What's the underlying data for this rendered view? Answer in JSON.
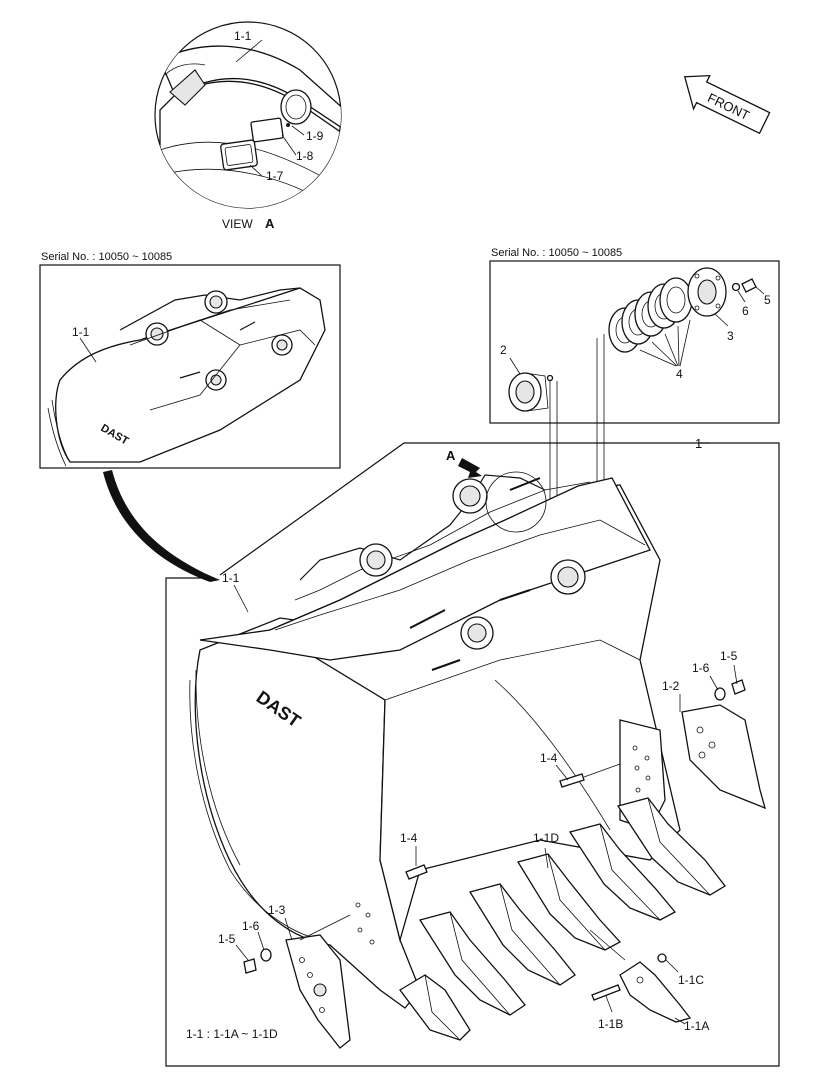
{
  "view_detail": {
    "caption_prefix": "VIEW",
    "caption_letter": "A",
    "labels": [
      "1-1",
      "1-9",
      "1-8",
      "1-7"
    ]
  },
  "front_arrow": {
    "label": "FRONT"
  },
  "left_inset": {
    "serial": "Serial No. : 10050 ~ 10085",
    "label": "1-1",
    "logo": "DAST"
  },
  "right_inset": {
    "serial": "Serial No. : 10050 ~ 10085",
    "labels": {
      "p2": "2",
      "p3": "3",
      "p4": "4",
      "p5": "5",
      "p6": "6"
    }
  },
  "main": {
    "frame_label": "1",
    "arrow_label": "A",
    "logo": "DAST",
    "labels": {
      "bucket": "1-1",
      "side_cutter_r": "1-2",
      "side_cutter_l": "1-3",
      "bolt_upper": "1-4",
      "bolt_lower": "1-4",
      "nut_r": "1-5",
      "washer_r": "1-6",
      "nut_l": "1-5",
      "washer_l": "1-6",
      "tooth": "1-1D",
      "lock": "1-1C",
      "pin": "1-1B",
      "adapter": "1-1A"
    },
    "legend": "1-1 : 1-1A ~ 1-1D"
  }
}
